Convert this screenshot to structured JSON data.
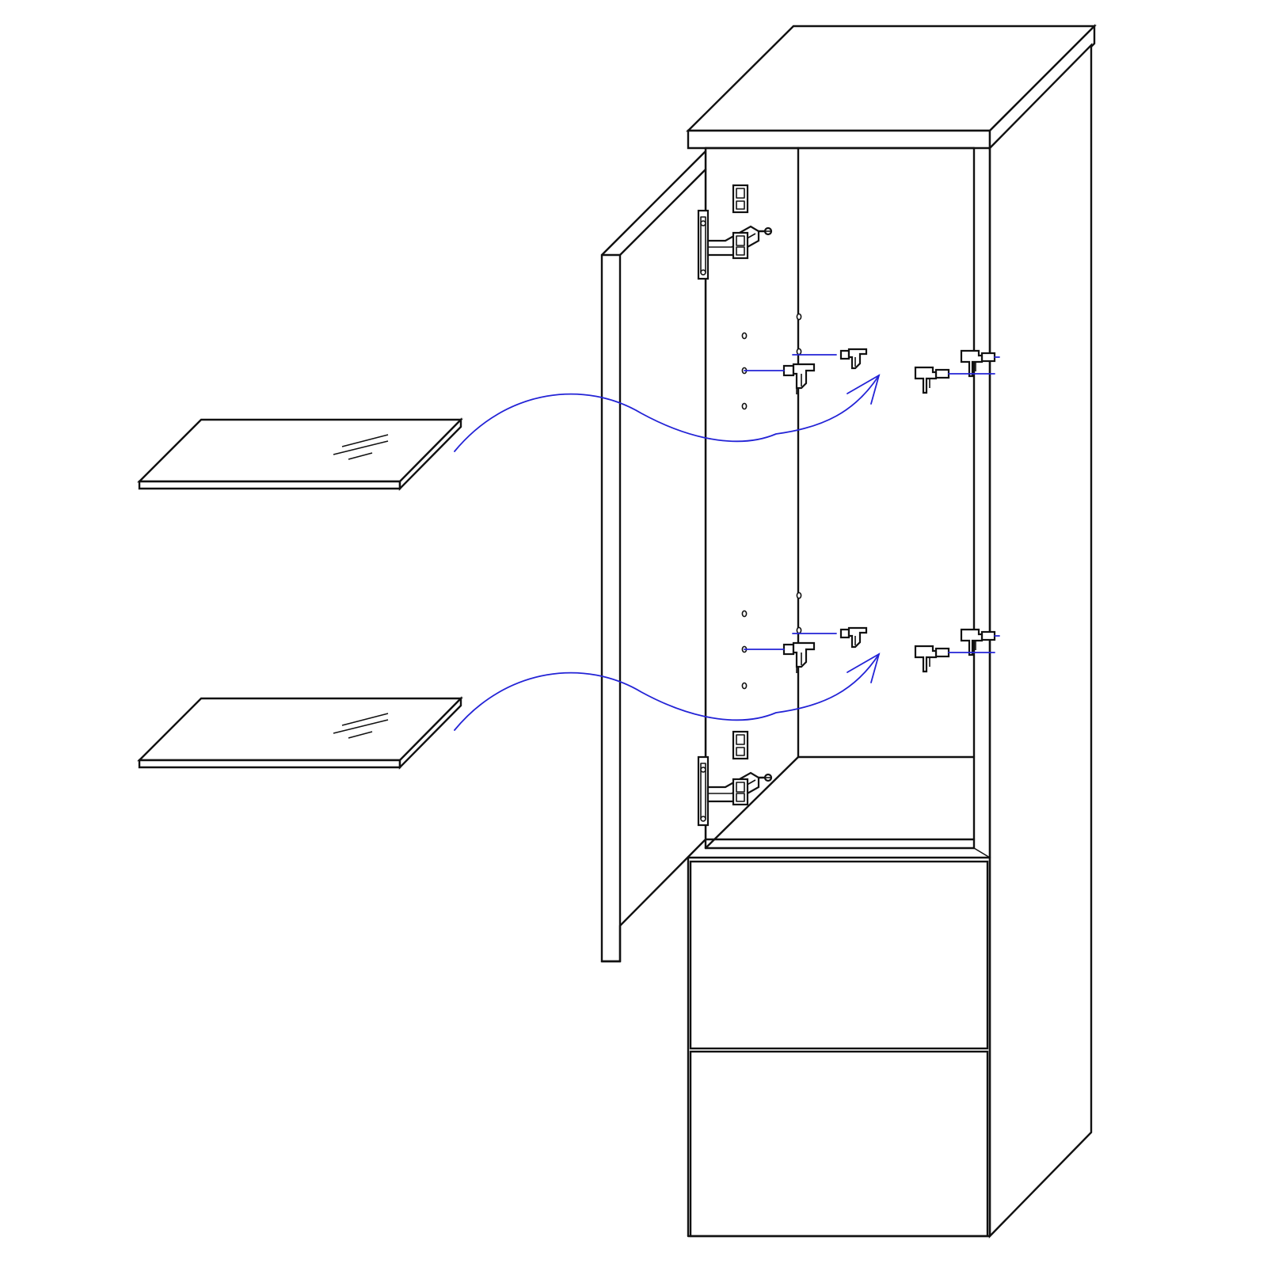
{
  "diagram": {
    "subject": "tall-cabinet-shelf-insertion",
    "colors": {
      "outline": "#111111",
      "arrow": "#2323d6",
      "background": "#ffffff"
    },
    "components": {
      "shelves": 2,
      "hinges": 2,
      "drawers": 2,
      "shelf_supports_per_shelf": 4
    },
    "icons": [
      "glass-shelf-icon",
      "hinge-icon",
      "shelf-support-peg-icon",
      "insert-arrow-icon"
    ]
  }
}
